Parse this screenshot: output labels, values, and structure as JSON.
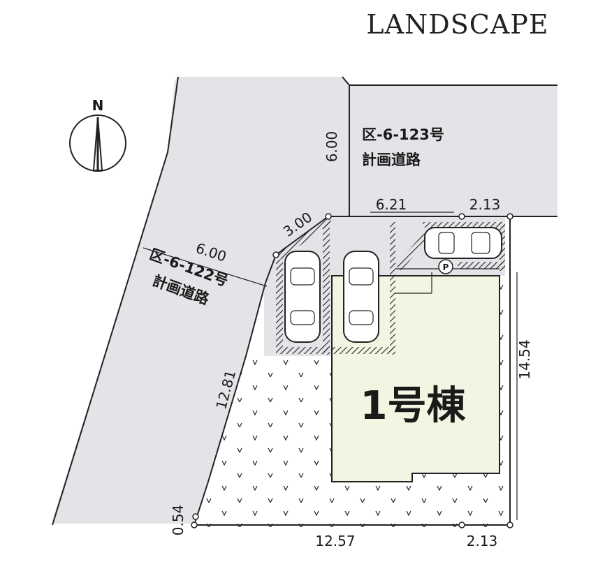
{
  "header": {
    "brand": "LANDSCAPE"
  },
  "compass": {
    "north_label": "N"
  },
  "roads": {
    "north": {
      "name": "区-6-123号",
      "type": "計画道路",
      "width": "6.00"
    },
    "west": {
      "name": "区-6-122号",
      "type": "計画道路",
      "width": "6.00"
    }
  },
  "building": {
    "label": "1号棟"
  },
  "parking": {
    "sign": "P"
  },
  "dimensions": {
    "corner_cut": "3.00",
    "north_frontage": "6.21",
    "north_right": "2.13",
    "east_side": "14.54",
    "west_side": "12.81",
    "south_left_offset": "0.54",
    "south_main": "12.57",
    "south_right": "2.13"
  }
}
